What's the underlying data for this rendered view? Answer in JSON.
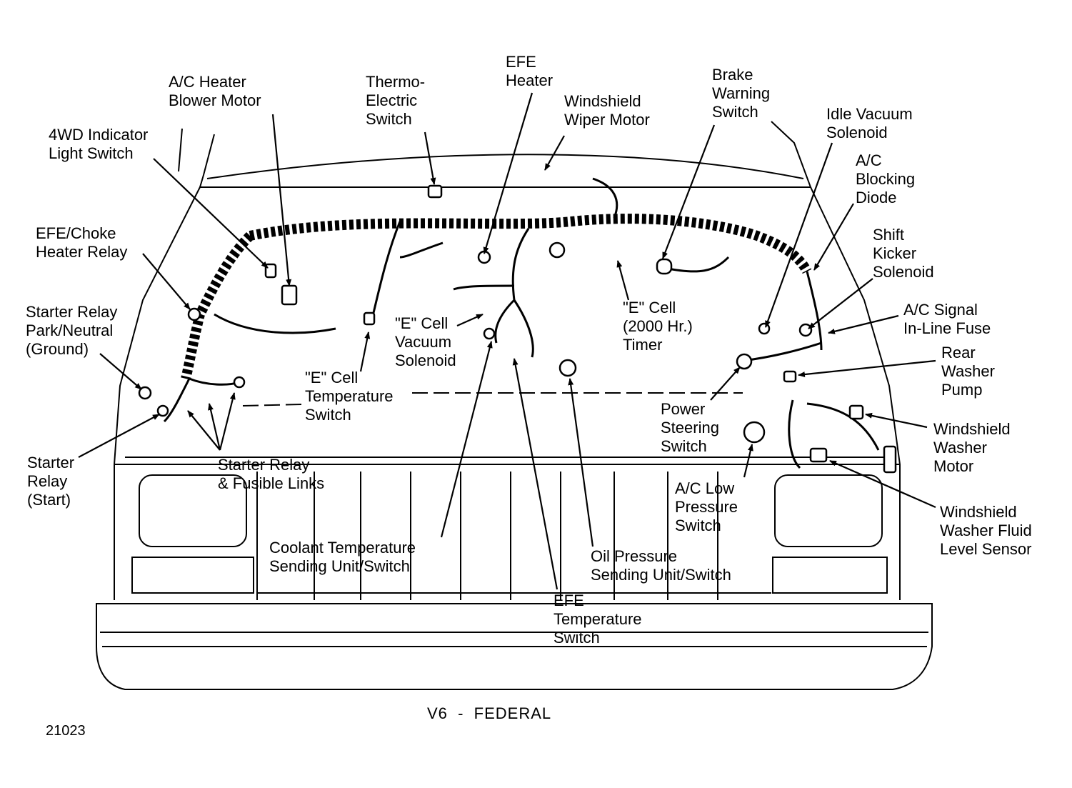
{
  "labels": {
    "ac_heater_blower_motor": "A/C Heater\nBlower Motor",
    "thermo_electric_switch": "Thermo-\nElectric\nSwitch",
    "efe_heater": "EFE\nHeater",
    "windshield_wiper_motor": "Windshield\nWiper Motor",
    "brake_warning_switch": "Brake\nWarning\nSwitch",
    "idle_vacuum_solenoid": "Idle Vacuum\nSolenoid",
    "fwd_indicator_light_switch": "4WD Indicator\nLight Switch",
    "ac_blocking_diode": "A/C\nBlocking\nDiode",
    "efe_choke_heater_relay": "EFE/Choke\nHeater Relay",
    "shift_kicker_solenoid": "Shift\nKicker\nSolenoid",
    "starter_relay_park_neutral": "Starter Relay\nPark/Neutral\n(Ground)",
    "e_cell_vacuum_solenoid": "\"E\" Cell\nVacuum\nSolenoid",
    "e_cell_timer": "\"E\" Cell\n(2000 Hr.)\nTimer",
    "ac_signal_inline_fuse": "A/C Signal\nIn-Line Fuse",
    "rear_washer_pump": "Rear\nWasher\nPump",
    "e_cell_temperature_switch": "\"E\" Cell\nTemperature\nSwitch",
    "power_steering_switch": "Power\nSteering\nSwitch",
    "windshield_washer_motor": "Windshield\nWasher\nMotor",
    "starter_relay_start": "Starter\nRelay\n(Start)",
    "starter_relay_fusible_links": "Starter Relay\n& Fusible Links",
    "ac_low_pressure_switch": "A/C Low\nPressure\nSwitch",
    "windshield_washer_fluid_level_sensor": "Windshield\nWasher Fluid\nLevel Sensor",
    "coolant_temperature_sending_unit": "Coolant Temperature\nSending Unit/Switch",
    "oil_pressure_sending_unit": "Oil Pressure\nSending Unit/Switch",
    "efe_temperature_switch": "EFE\nTemperature\nSwitch"
  },
  "caption": "V6  -  FEDERAL",
  "figure_number": "21023",
  "colors": {
    "ink": "#000000",
    "paper": "#ffffff"
  }
}
